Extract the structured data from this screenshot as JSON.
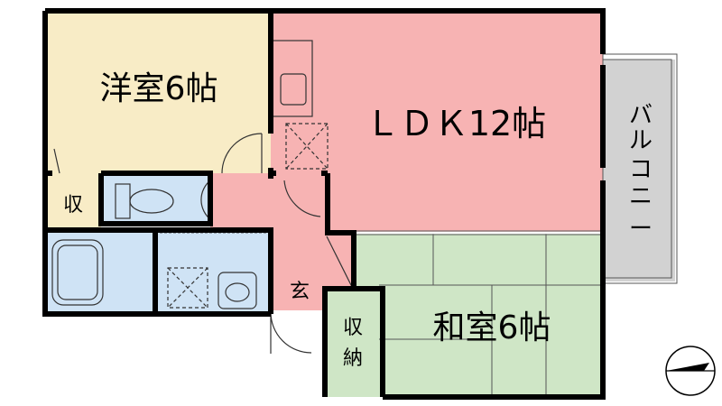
{
  "rooms": {
    "western": "洋室6帖",
    "ldk": "ＬＤＫ12帖",
    "japanese": "和室6帖",
    "storage": "収",
    "entrance": "玄",
    "closet_1": "収",
    "closet_2": "納",
    "balcony": [
      "バ",
      "ル",
      "コ",
      "ニ",
      "ー"
    ]
  },
  "colors": {
    "western": "#f8ecc6",
    "ldk": "#f7b3b3",
    "japanese": "#cfe6c6",
    "wet": "#cfe3f5",
    "balcony": "#d2d2d2",
    "storage": "#f8ecc6"
  },
  "icons": {
    "north": "north-arrow-icon"
  }
}
